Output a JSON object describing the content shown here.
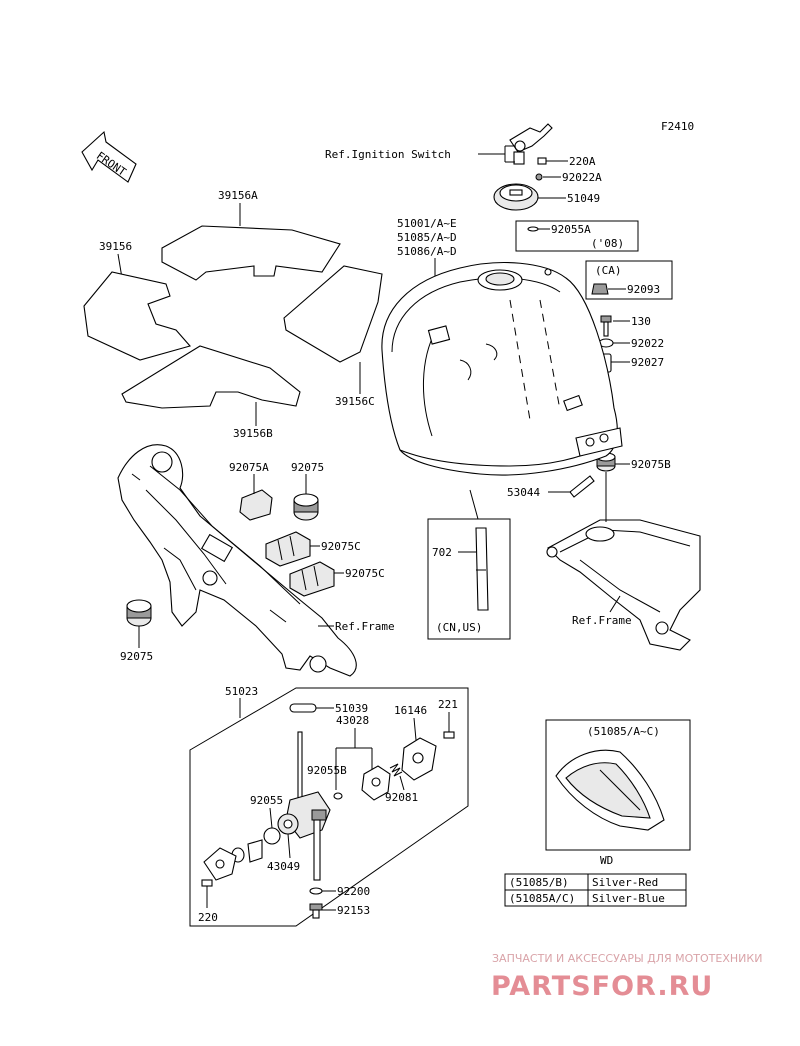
{
  "figure_code": "F2410",
  "front_label": "FRONT",
  "labels": {
    "ref_ignition": "Ref.Ignition Switch",
    "p220a": "220A",
    "p92022a": "92022A",
    "p51049": "51049",
    "p92055a": "92055A",
    "p92055a_note": "('08)",
    "ca": "(CA)",
    "p92093": "92093",
    "p130": "130",
    "p92022": "92022",
    "p92027": "92027",
    "p92075b": "92075B",
    "p53044": "53044",
    "tank_1": "51001/A~E",
    "tank_2": "51085/A~D",
    "tank_3": "51086/A~D",
    "p39156a": "39156A",
    "p39156": "39156",
    "p39156c": "39156C",
    "p39156b": "39156B",
    "p92075a": "92075A",
    "p92075_top": "92075",
    "p92075c_1": "92075C",
    "p92075c_2": "92075C",
    "ref_frame_left": "Ref.Frame",
    "p92075_bottom": "92075",
    "p702": "702",
    "cn_us": "(CN,US)",
    "ref_frame_right": "Ref.Frame",
    "p51023": "51023",
    "p51039": "51039",
    "p43028": "43028",
    "p16146": "16146",
    "p221": "221",
    "p92055b": "92055B",
    "p92081": "92081",
    "p92055": "92055",
    "p43049": "43049",
    "p92200": "92200",
    "p92153": "92153",
    "p220": "220",
    "inset_title": "(51085/A~C)",
    "wd": "WD"
  },
  "color_table": [
    {
      "part": "(51085/B)",
      "color": "Silver-Red"
    },
    {
      "part": "(51085A/C)",
      "color": "Silver-Blue"
    }
  ],
  "watermark": {
    "line1": "ЗАПЧАСТИ И АКСЕССУАРЫ ДЛЯ МОТОТЕХНИКИ",
    "line2": "PARTSFOR.RU",
    "color": "#e48d95"
  }
}
